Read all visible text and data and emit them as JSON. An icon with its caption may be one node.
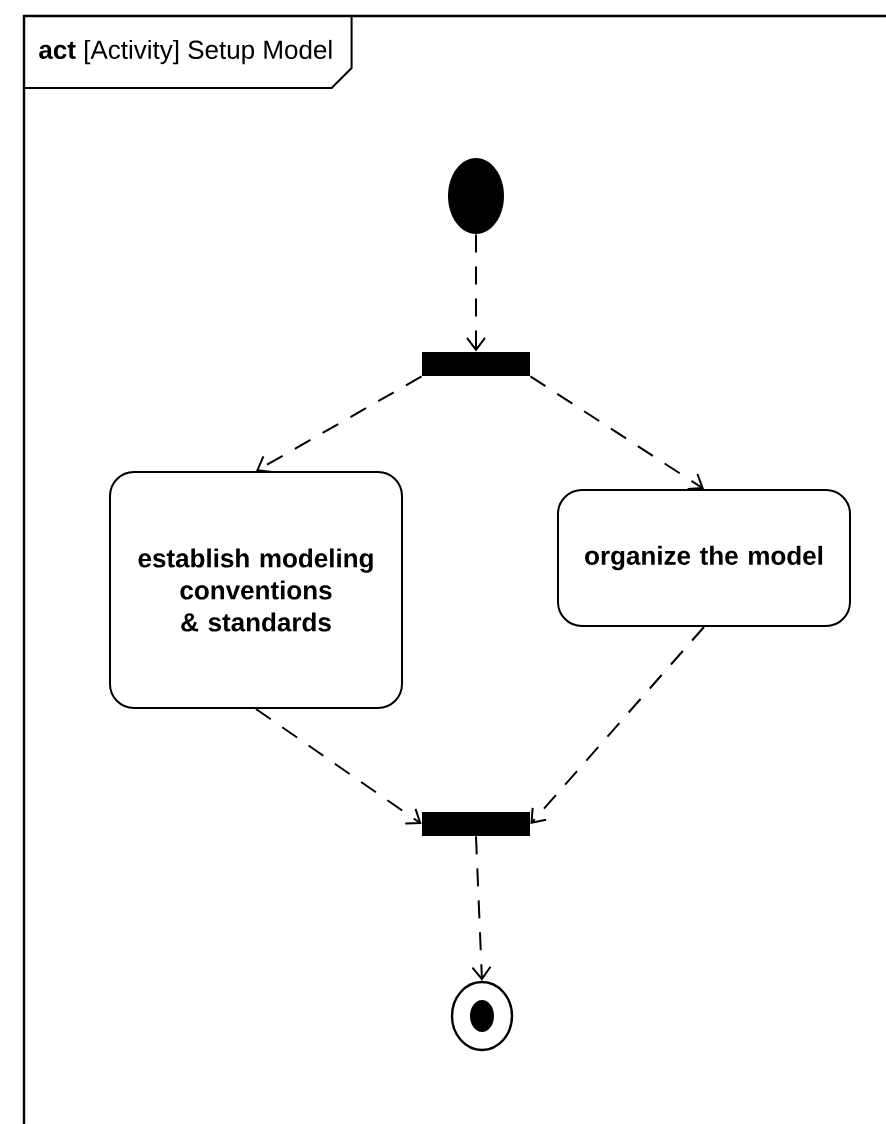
{
  "diagram": {
    "title": "**act** [Activity] Setup Model",
    "nodes": [
      {
        "text": [],
        "shape": "circle"
      },
      {
        "text": [],
        "shape": "bar"
      },
      {
        "text": [
          "establish modeling conventions & standards"
        ]
      },
      {
        "text": [
          "organize the model"
        ]
      },
      {
        "text": [],
        "shape": "bar"
      },
      {
        "text": [],
        "shape": "circle"
      }
    ],
    "edges": [
      {
        "from": 0,
        "to": 1,
        "arrow": "to",
        "style": "dashed"
      },
      {
        "from": 1,
        "to": 2,
        "arrow": "to",
        "style": "dashed"
      },
      {
        "from": 1,
        "to": 3,
        "arrow": "to",
        "style": "dashed"
      },
      {
        "from": 2,
        "to": 4,
        "arrow": "to",
        "style": "dashed"
      },
      {
        "from": 3,
        "to": 4,
        "arrow": "to",
        "style": "dashed"
      },
      {
        "from": 4,
        "to": 5,
        "arrow": "to",
        "style": "dashed"
      }
    ]
  }
}
